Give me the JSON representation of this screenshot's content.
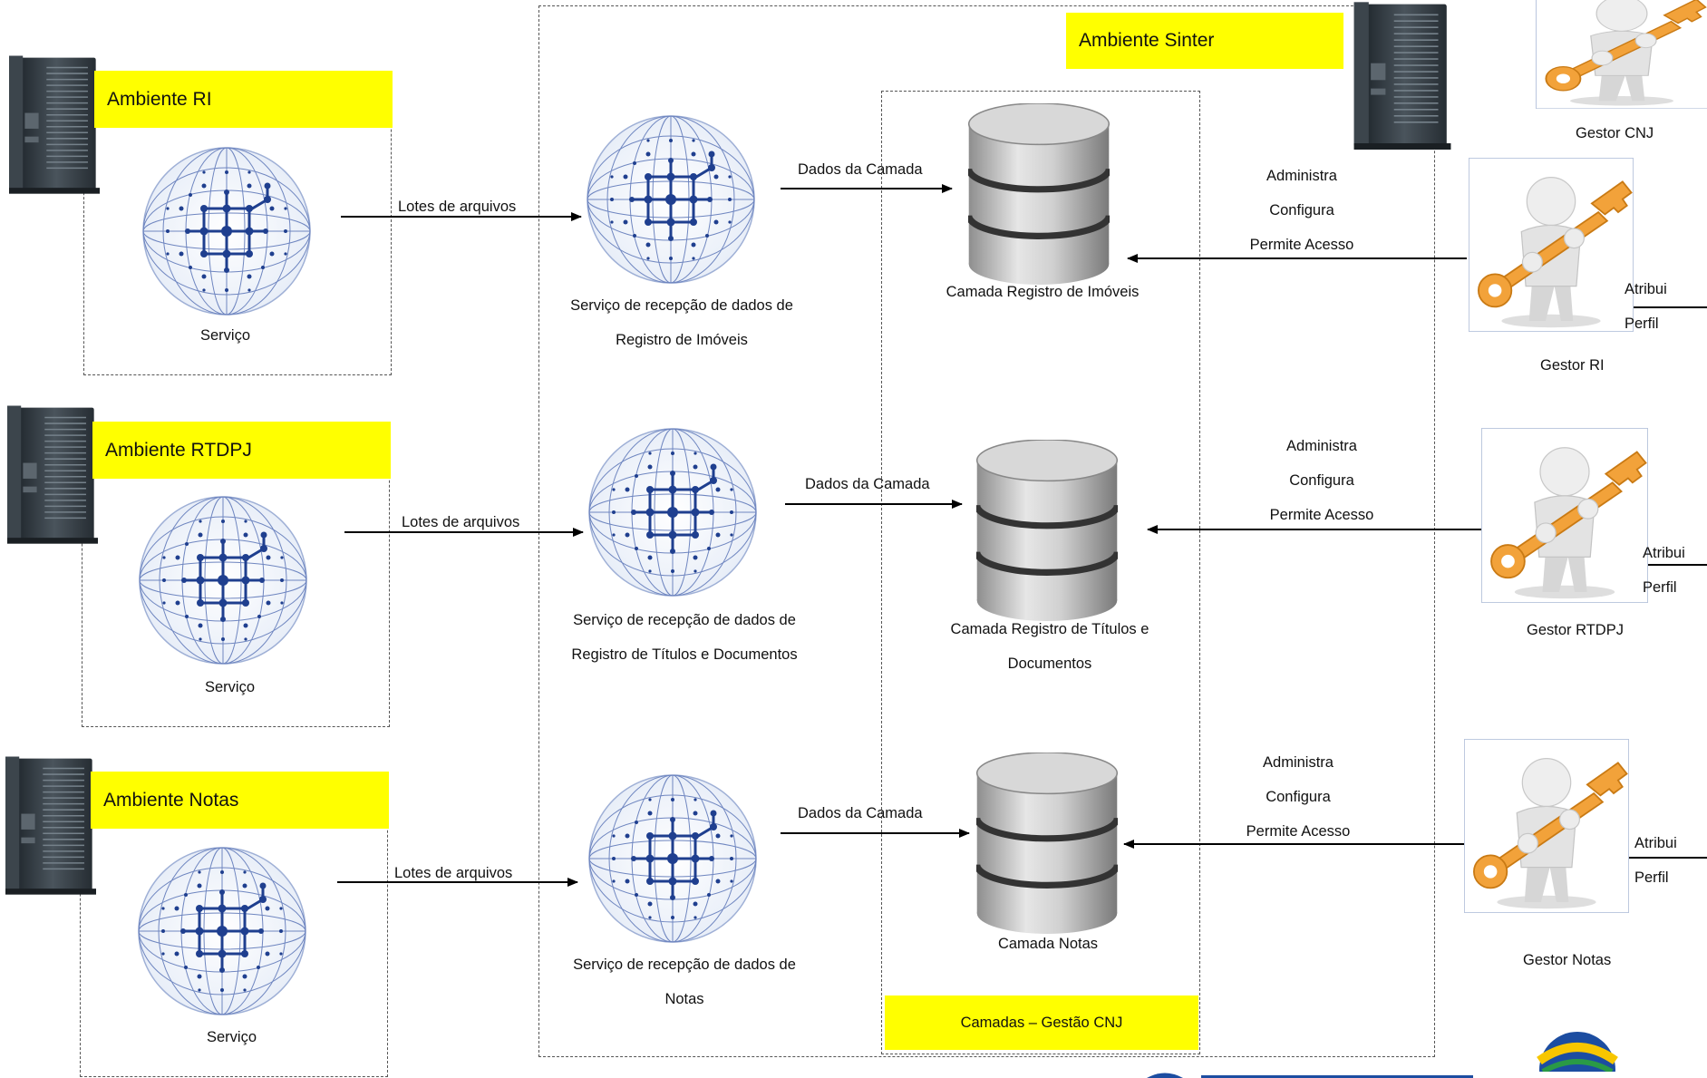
{
  "environments": [
    {
      "title": "Ambiente RI",
      "service_label": "Serviço",
      "arrow_label": "Lotes de arquivos"
    },
    {
      "title": "Ambiente RTDPJ",
      "service_label": "Serviço",
      "arrow_label": "Lotes de arquivos"
    },
    {
      "title": "Ambiente Notas",
      "service_label": "Serviço",
      "arrow_label": "Lotes de arquivos"
    }
  ],
  "sinter": {
    "title": "Ambiente Sinter",
    "services": [
      {
        "line1": "Serviço de recepção de dados de",
        "line2": "Registro de Imóveis",
        "arrow_label": "Dados da Camada"
      },
      {
        "line1": "Serviço de recepção de dados de",
        "line2": "Registro de Títulos e Documentos",
        "arrow_label": "Dados da Camada"
      },
      {
        "line1": "Serviço de recepção de dados de",
        "line2": "Notas",
        "arrow_label": "Dados da Camada"
      }
    ],
    "layers_title": "Camadas – Gestão CNJ",
    "layers": [
      {
        "line1": "Camada Registro de Imóveis",
        "line2": ""
      },
      {
        "line1": "Camada Registro de Títulos e",
        "line2": "Documentos"
      },
      {
        "line1": "Camada Notas",
        "line2": ""
      }
    ]
  },
  "admin_labels": [
    {
      "a": "Administra",
      "b": "Configura",
      "c": "Permite Acesso"
    },
    {
      "a": "Administra",
      "b": "Configura",
      "c": "Permite Acesso"
    },
    {
      "a": "Administra",
      "b": "Configura",
      "c": "Permite Acesso"
    }
  ],
  "managers": [
    {
      "name": "Gestor CNJ"
    },
    {
      "name": "Gestor RI",
      "side_a": "Atribui",
      "side_b": "Perfil"
    },
    {
      "name": "Gestor RTDPJ",
      "side_a": "Atribui",
      "side_b": "Perfil"
    },
    {
      "name": "Gestor Notas",
      "side_a": "Atribui",
      "side_b": "Perfil"
    }
  ],
  "colors": {
    "highlight": "#ffff00",
    "globe_blue": "#1f3f8f",
    "key_orange": "#f2a23a"
  }
}
